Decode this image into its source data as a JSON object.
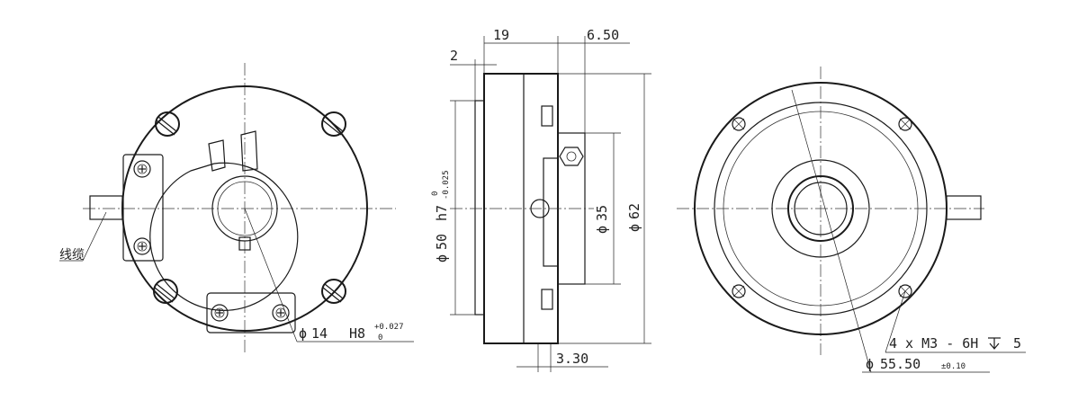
{
  "labels": {
    "wire_lead": "线缆",
    "bore_dia": "14",
    "bore_fit": "H8",
    "bore_tol_upper": "+0.027",
    "bore_tol_lower": "0",
    "dim_top_19": "19",
    "dim_top_650": "6.50",
    "dim_left_2": "2",
    "dim_pilot_50": "50",
    "dim_pilot_fit": "h7",
    "dim_pilot_tol_upper": "0",
    "dim_pilot_tol_lower": "-0.025",
    "dim_35": "35",
    "dim_62": "62",
    "dim_330": "3.30",
    "holes_spec": "4 x M3 - 6H",
    "holes_depth": "5",
    "pcd_value": "55.50",
    "pcd_tol": "±0.10",
    "phi_symbol": "ϕ"
  },
  "colors": {
    "line": "#1a1a1a",
    "background": "#ffffff"
  }
}
